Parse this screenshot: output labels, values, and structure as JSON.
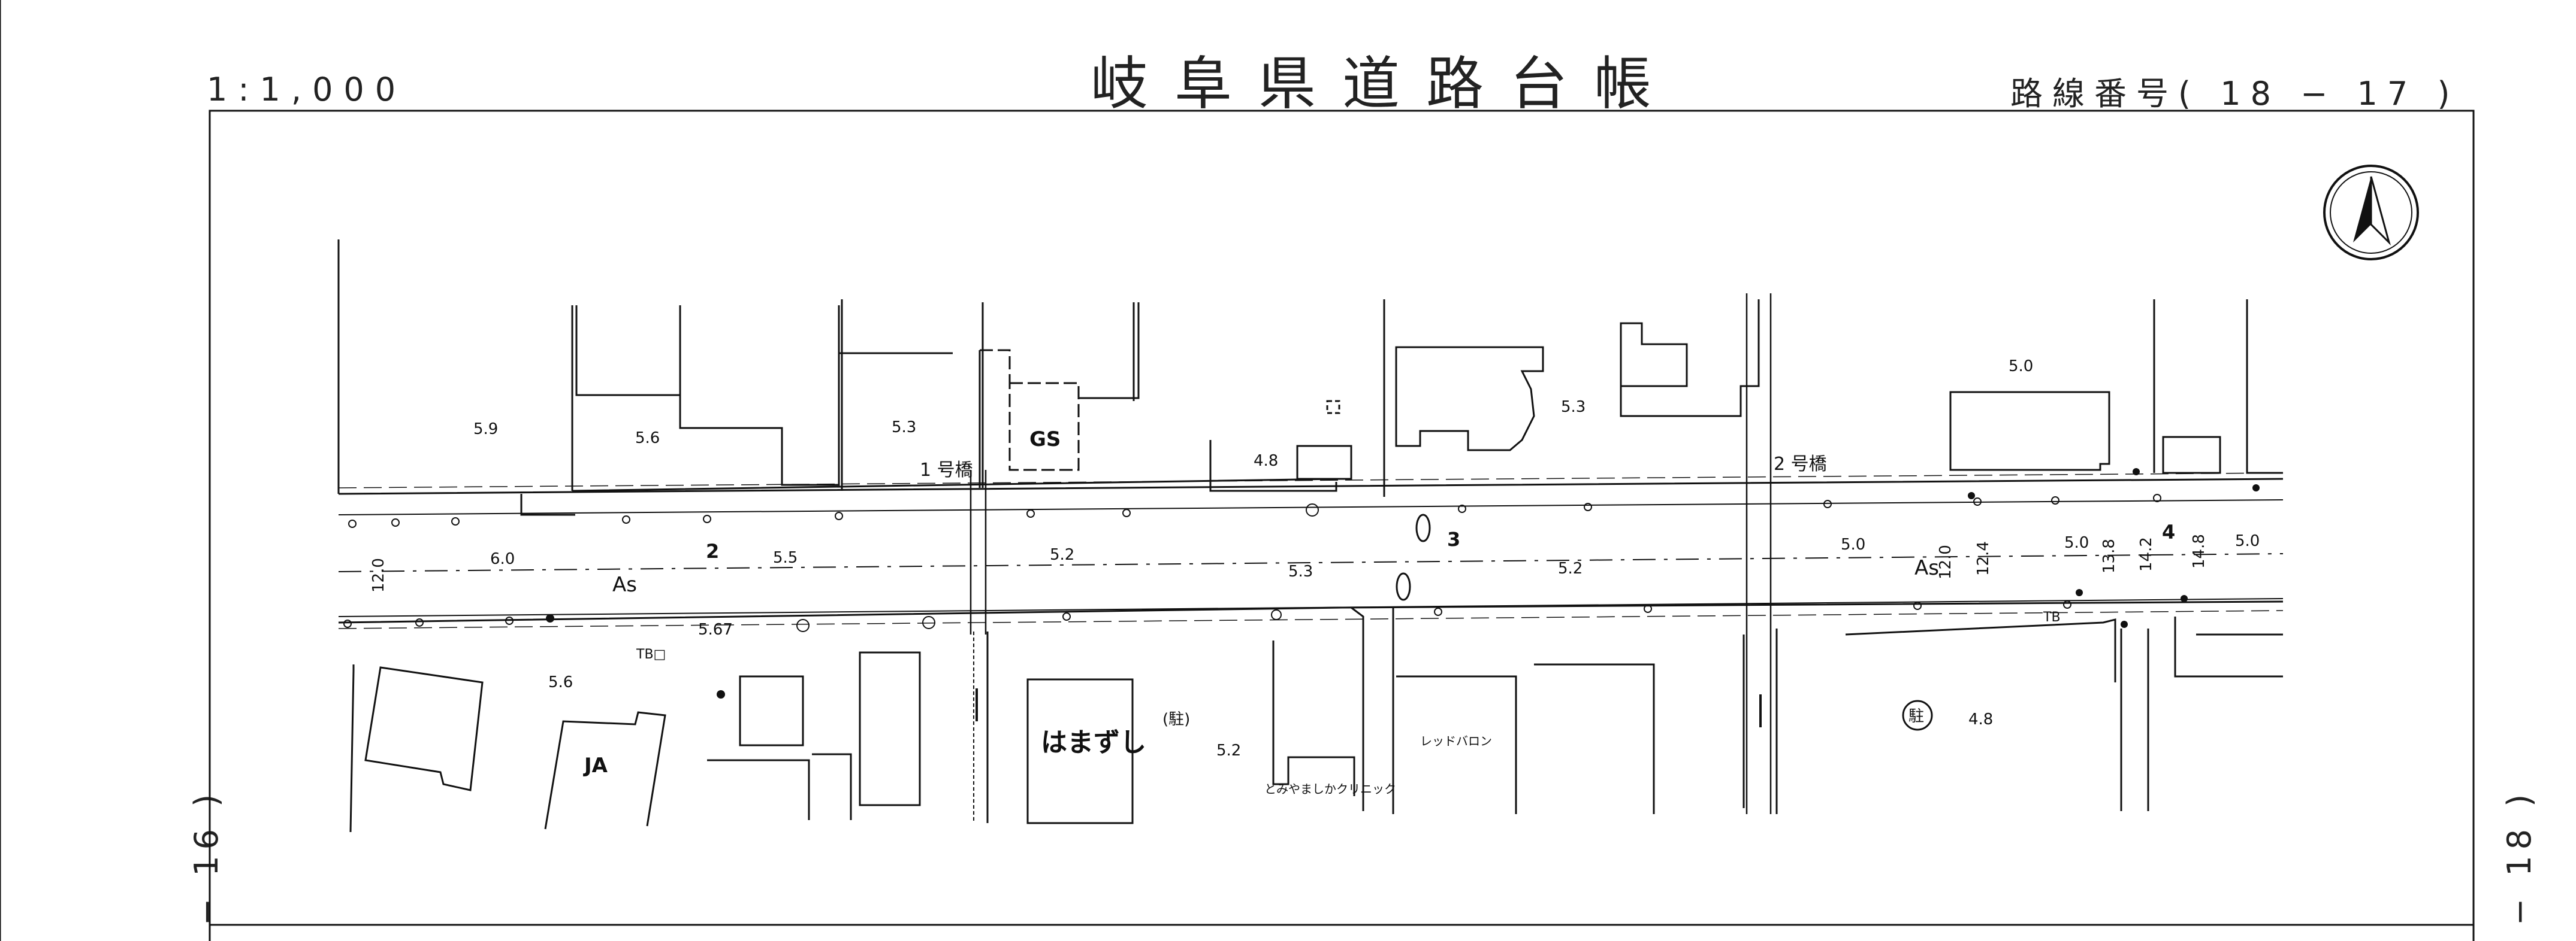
{
  "header": {
    "scale": "1:1,000",
    "title": "岐阜県道路台帳",
    "route": "路線番号( 18 − 17 )"
  },
  "side": {
    "left": "− 16 )",
    "right": "− 18 )"
  },
  "map": {
    "labels": {
      "gs": "GS",
      "ja": "JA",
      "hamazushi": "はまずし",
      "red_baron": "レッドバロン",
      "clinic": "とみやましかクリニック",
      "bridge1": "1 号橋",
      "bridge2": "2 号橋",
      "as_left": "As",
      "as_right": "As",
      "tb_left": "TB□",
      "tb_right": "TB",
      "parking_small": "(駐)",
      "parking_circle": "駐",
      "section2": "2",
      "section3": "3",
      "section4": "4"
    },
    "elevations": {
      "e59": "5.9",
      "e56a": "5.6",
      "e53a": "5.3",
      "e48a": "4.8",
      "e53b": "5.3",
      "e50a": "5.0",
      "e55": "5.5",
      "e52a": "5.2",
      "e53c": "5.3",
      "e52b": "5.2",
      "e50b": "5.0",
      "e50c": "5.0",
      "e50d": "5.0",
      "e567": "5.67",
      "e56b": "5.6",
      "e52c": "5.2",
      "e48b": "4.8",
      "w60": "6.0",
      "w120a": "12.0",
      "w120b": "12.0",
      "w124": "12.4",
      "w138": "13.8",
      "w142": "14.2",
      "w148": "14.8"
    }
  }
}
